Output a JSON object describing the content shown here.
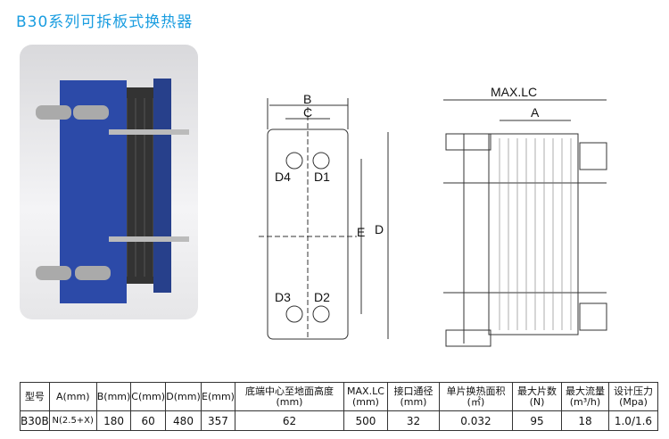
{
  "title": "B30系列可拆板式换热器",
  "drawing": {
    "labels": {
      "B": "B",
      "C": "C",
      "D": "D",
      "E": "E",
      "D1": "D1",
      "D2": "D2",
      "D3": "D3",
      "D4": "D4",
      "maxlc": "MAX.LC",
      "A": "A"
    }
  },
  "table": {
    "headers": [
      [
        "型号",
        ""
      ],
      [
        "A(mm)",
        ""
      ],
      [
        "B(mm)",
        ""
      ],
      [
        "C(mm)",
        ""
      ],
      [
        "D(mm)",
        ""
      ],
      [
        "E(mm)",
        ""
      ],
      [
        "底端中心至地面高度",
        "(mm)"
      ],
      [
        "MAX.LC",
        "(mm)"
      ],
      [
        "接口通径",
        "(mm)"
      ],
      [
        "单片换热面积",
        "(㎡)"
      ],
      [
        "最大片数",
        "(N)"
      ],
      [
        "最大流量",
        "(m³/h)"
      ],
      [
        "设计压力",
        "(Mpa)"
      ]
    ],
    "row": [
      "B30B",
      "N(2.5+X)",
      "180",
      "60",
      "480",
      "357",
      "62",
      "500",
      "32",
      "0.032",
      "95",
      "18",
      "1.0/1.6"
    ]
  }
}
